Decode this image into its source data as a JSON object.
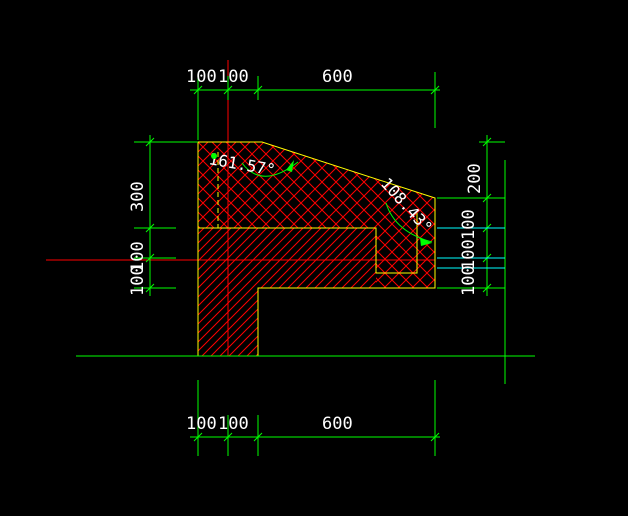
{
  "colors": {
    "background": "#000000",
    "dimension": "#00ff00",
    "outline": "#ffff00",
    "hatch": "#ff0000",
    "axis": "#ff0000",
    "extension": "#00ffff",
    "text": "#ffffff"
  },
  "dims": {
    "top": [
      "100",
      "100",
      "600"
    ],
    "bottom": [
      "100",
      "100",
      "600"
    ],
    "left": [
      "300",
      "100",
      "100"
    ],
    "right": [
      "200",
      "100",
      "100",
      "100"
    ]
  },
  "angles": {
    "top_left": "161.57°",
    "right": "108.43°"
  }
}
